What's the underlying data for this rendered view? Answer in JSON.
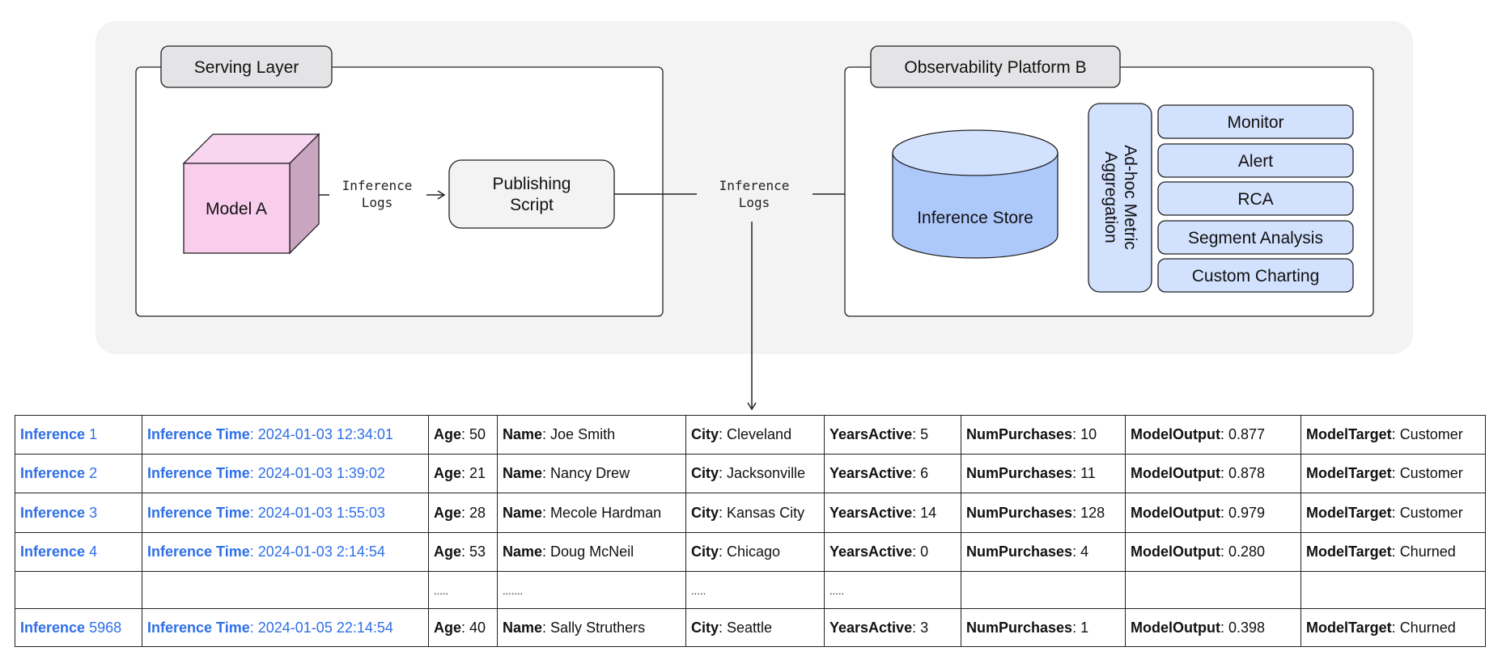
{
  "diagram": {
    "serving_layer": {
      "title": "Serving Layer",
      "model": "Model A",
      "edge_label_1": "Inference",
      "edge_label_2": "Logs",
      "publisher": {
        "line1": "Publishing",
        "line2": "Script"
      }
    },
    "middle_edge": {
      "label_1": "Inference",
      "label_2": "Logs"
    },
    "platform": {
      "title": "Observability Platform B",
      "store": "Inference Store",
      "aggregation": {
        "line1": "Ad-hoc Metric",
        "line2": "Aggregation"
      },
      "features": [
        "Monitor",
        "Alert",
        "RCA",
        "Segment Analysis",
        "Custom Charting"
      ]
    },
    "colors": {
      "background": "#f3f3f3",
      "tab": "#e4e4e7",
      "cube_front": "#f9cdec",
      "cube_side": "#c9a5c0",
      "cube_top": "#f8d6ef",
      "store_body": "#adc8fb",
      "store_top": "#d2e1fd",
      "feature": "#d2e1fd",
      "link_blue": "#2f6fe8"
    }
  },
  "table": {
    "rows": [
      {
        "inference_label": "Inference",
        "inference_id": "1",
        "time_label": "Inference Time",
        "time": "2024-01-03 12:34:01",
        "age_label": "Age",
        "age": "50",
        "name_label": "Name",
        "name": "Joe Smith",
        "city_label": "City",
        "city": "Cleveland",
        "years_label": "YearsActive",
        "years": "5",
        "purchases_label": "NumPurchases",
        "purchases": "10",
        "output_label": "ModelOutput",
        "output": "0.877",
        "target_label": "ModelTarget",
        "target": "Customer"
      },
      {
        "inference_label": "Inference",
        "inference_id": "2",
        "time_label": "Inference Time",
        "time": "2024-01-03 1:39:02",
        "age_label": "Age",
        "age": "21",
        "name_label": "Name",
        "name": "Nancy Drew",
        "city_label": "City",
        "city": "Jacksonville",
        "years_label": "YearsActive",
        "years": "6",
        "purchases_label": "NumPurchases",
        "purchases": "11",
        "output_label": "ModelOutput",
        "output": "0.878",
        "target_label": "ModelTarget",
        "target": "Customer"
      },
      {
        "inference_label": "Inference",
        "inference_id": "3",
        "time_label": "Inference Time",
        "time": "2024-01-03 1:55:03",
        "age_label": "Age",
        "age": "28",
        "name_label": "Name",
        "name": "Mecole Hardman",
        "city_label": "City",
        "city": "Kansas City",
        "years_label": "YearsActive",
        "years": "14",
        "purchases_label": "NumPurchases",
        "purchases": "128",
        "output_label": "ModelOutput",
        "output": "0.979",
        "target_label": "ModelTarget",
        "target": "Customer"
      },
      {
        "inference_label": "Inference",
        "inference_id": "4",
        "time_label": "Inference Time",
        "time": "2024-01-03 2:14:54",
        "age_label": "Age",
        "age": "53",
        "name_label": "Name",
        "name": "Doug McNeil",
        "city_label": "City",
        "city": "Chicago",
        "years_label": "YearsActive",
        "years": "0",
        "purchases_label": "NumPurchases",
        "purchases": "4",
        "output_label": "ModelOutput",
        "output": "0.280",
        "target_label": "ModelTarget",
        "target": "Churned"
      },
      {
        "ellipsis": true,
        "age": ".....",
        "name": ".......",
        "city": ".....",
        "years": "....."
      },
      {
        "inference_label": "Inference",
        "inference_id": "5968",
        "time_label": "Inference Time",
        "time": "2024-01-05 22:14:54",
        "age_label": "Age",
        "age": "40",
        "name_label": "Name",
        "name": "Sally Struthers",
        "city_label": "City",
        "city": "Seattle",
        "years_label": "YearsActive",
        "years": "3",
        "purchases_label": "NumPurchases",
        "purchases": "1",
        "output_label": "ModelOutput",
        "output": "0.398",
        "target_label": "ModelTarget",
        "target": "Churned"
      }
    ]
  }
}
